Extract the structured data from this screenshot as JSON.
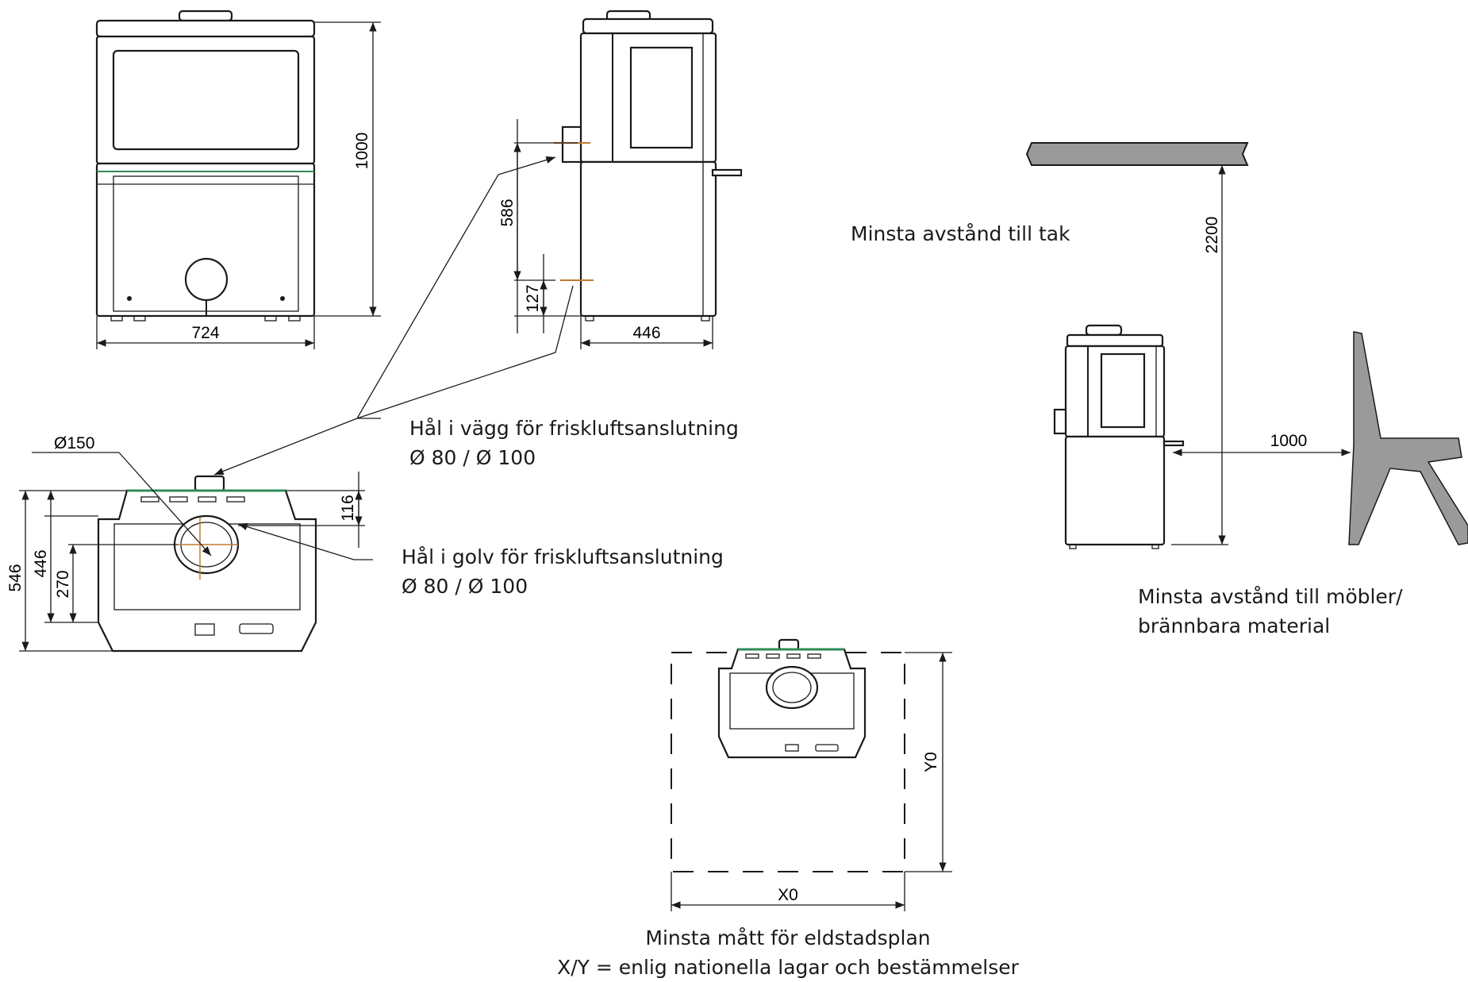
{
  "dimensions": {
    "front_height": "1000",
    "front_width": "724",
    "side_upper_hole": "586",
    "side_lower_hole": "127",
    "side_depth": "446",
    "ceiling_distance": "2200",
    "furniture_distance": "1000",
    "top_flue_diameter": "Ø150",
    "top_depth": "546",
    "top_floor_hole_a": "446",
    "top_floor_hole_b": "270",
    "top_rear_offset": "116",
    "hearth_width": "X0",
    "hearth_depth": "Y0"
  },
  "captions": {
    "wall_hole": [
      "Hål i vägg för friskluftsanslutning",
      "Ø 80 / Ø 100"
    ],
    "floor_hole": [
      "Hål i golv för friskluftsanslutning",
      "Ø 80 / Ø 100"
    ],
    "ceiling": "Minsta avstånd till tak",
    "furniture": [
      "Minsta avstånd till möbler/",
      "brännbara material"
    ],
    "hearth": [
      "Minsta mått för eldstadsplan",
      "X/Y = enlig nationella lagar och bestämmelser"
    ]
  },
  "colors": {
    "line": "#1a1a1a",
    "ceiling_fill": "#9a9a9a",
    "chair_fill": "#9a9a9a",
    "glass_edge": "#2e8b57",
    "hole_marker": "#c07a30"
  }
}
